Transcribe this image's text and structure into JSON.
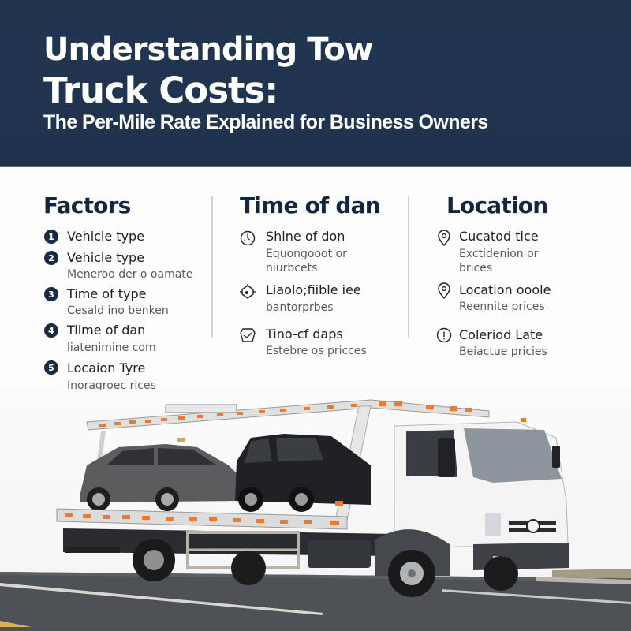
{
  "header": {
    "title_line1": "Understanding Tow",
    "title_line2": "Truck Costs:",
    "subtitle": "The Per-Mile Rate Explained for Business Owners",
    "background_color": "#21344f"
  },
  "columns": [
    {
      "heading": "Factors",
      "icon_type": "numbered",
      "items": [
        {
          "number": "1",
          "title": "Vehicle type",
          "desc": ""
        },
        {
          "number": "2",
          "title": "Vehicle type",
          "desc": "Meneroo der o oamate"
        },
        {
          "number": "3",
          "title": "Time of type",
          "desc": "Cesald ino benken"
        },
        {
          "number": "4",
          "title": "Tiime of dan",
          "desc": "liatenimine com"
        },
        {
          "number": "5",
          "title": "Locaion Tyre",
          "desc": "Inoragroec rices"
        }
      ]
    },
    {
      "heading": "Time of dan",
      "items": [
        {
          "icon": "clock-icon",
          "title": "Shine of don",
          "desc_line1": "Equongooot or",
          "desc_line2": "niurbcets"
        },
        {
          "icon": "target-clock-icon",
          "title": "Liaolo;fiible iee",
          "desc_line1": "bantorprbes",
          "desc_line2": ""
        },
        {
          "icon": "badge-icon",
          "title": "Tino-cf daps",
          "desc_line1": "Estebre os pricces",
          "desc_line2": ""
        }
      ]
    },
    {
      "heading": "Location",
      "items": [
        {
          "icon": "map-pin-icon",
          "title": "Cucatod tice",
          "desc_line1": "Exctidenion or",
          "desc_line2": "brices"
        },
        {
          "icon": "map-pin-icon",
          "title": "Location ooole",
          "desc_line1": "Reennite prices",
          "desc_line2": ""
        },
        {
          "icon": "info-circle-icon",
          "title": "Coleriod Late",
          "desc_line1": "Beiactue pricies",
          "desc_line2": ""
        }
      ]
    }
  ],
  "photo": {
    "description": "White flatbed tow truck carrying a gray sedan and a black SUV on a road",
    "accent_color": "#f07a2a"
  }
}
